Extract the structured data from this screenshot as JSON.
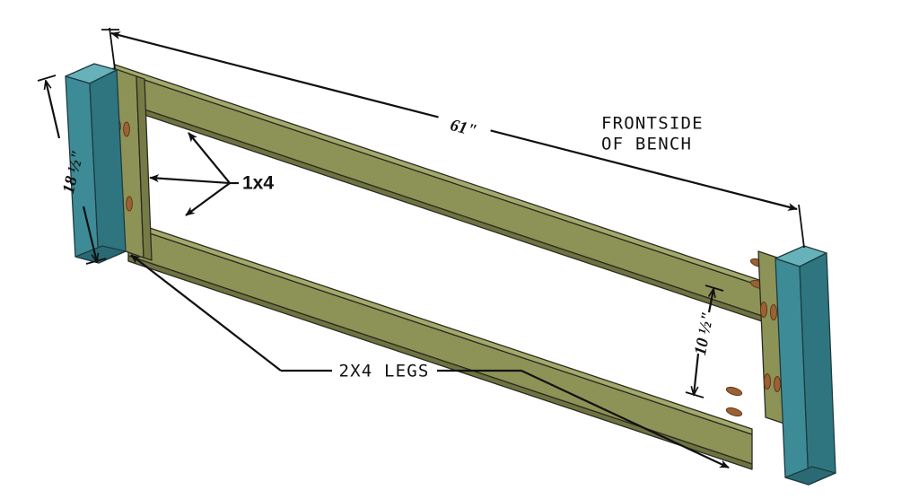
{
  "diagram": {
    "title": "Bench frame assembly isometric",
    "background_color": "#ffffff",
    "line_color": "#111111"
  },
  "colors": {
    "rail_face": "#8d9356",
    "rail_top": "#a3a96a",
    "rail_shadow": "#767b45",
    "rail_dark": "#6e7340",
    "leg_face": "#3d8b96",
    "leg_side": "#2f7580",
    "leg_top": "#67b2ba",
    "pocket_hole": "#9c6033",
    "outline": "#2b2b22"
  },
  "annotations": {
    "length": {
      "label": "61\"",
      "name": "overall-length-dimension"
    },
    "height": {
      "label": "18 ½\"",
      "name": "leg-height-dimension"
    },
    "gap": {
      "label": "10 ½\"",
      "name": "rail-gap-dimension"
    },
    "frontside": {
      "line1": "FRONTSIDE",
      "line2": "OF BENCH",
      "name": "frontside-of-bench-note"
    },
    "rail_part": {
      "label": "1x4",
      "name": "rail-part-callout"
    },
    "leg_part": {
      "label": "2X4 LEGS",
      "name": "leg-part-callout"
    }
  },
  "parts": [
    {
      "name": "left-leg",
      "material": "2X4",
      "color": "#3d8b96"
    },
    {
      "name": "right-leg",
      "material": "2X4",
      "color": "#3d8b96"
    },
    {
      "name": "top-rail",
      "material": "1x4",
      "color": "#8d9356"
    },
    {
      "name": "bottom-rail",
      "material": "1x4",
      "color": "#8d9356"
    }
  ]
}
